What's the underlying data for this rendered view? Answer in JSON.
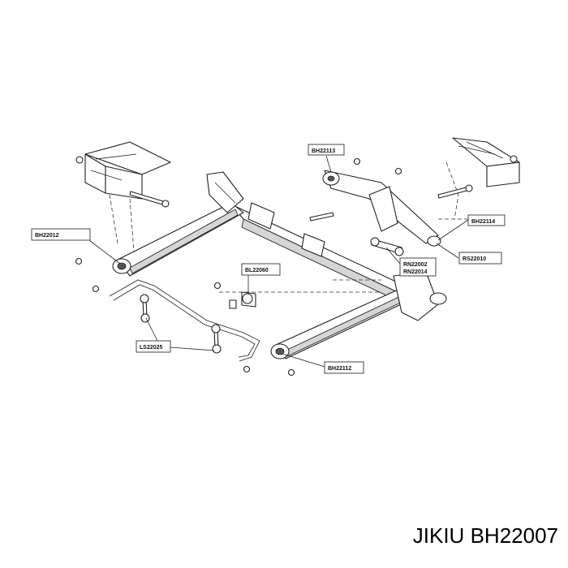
{
  "caption": {
    "brand": "JIKIU",
    "part_number": "BH22007"
  },
  "callouts": {
    "bh22113": "BH22113",
    "bh22114": "BH22114",
    "bh22012": "BH22012",
    "bl22060": "BL22060",
    "rn22002": "RN22002",
    "rn22014": "RN22014",
    "rs22010": "RS22010",
    "ls22025": "LS22025",
    "bh22112": "BH22112"
  }
}
